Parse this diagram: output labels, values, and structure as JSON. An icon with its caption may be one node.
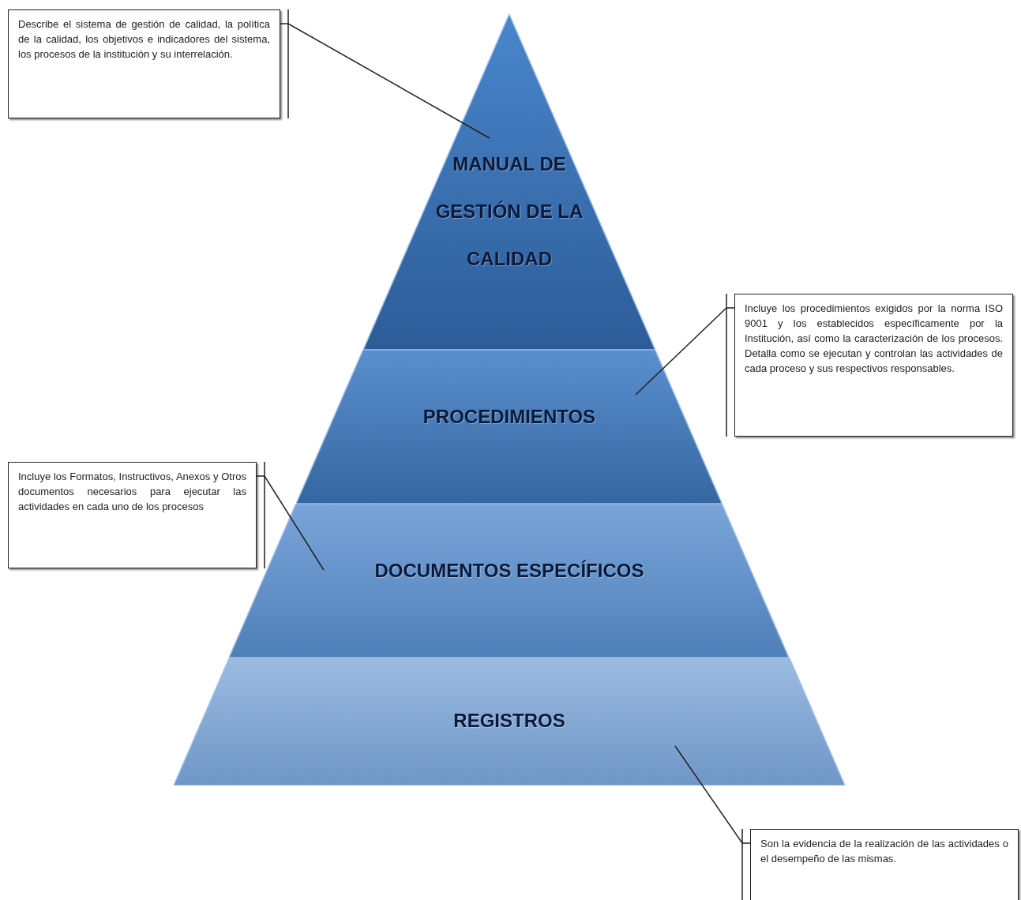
{
  "diagram": {
    "nodes": [
      {
        "text": [
          "MANUAL DE GESTIÓN DE LA CALIDAD"
        ]
      },
      {
        "text": [
          "PROCEDIMIENTOS"
        ]
      },
      {
        "text": [
          "DOCUMENTOS ESPECÍFICOS"
        ]
      },
      {
        "text": [
          "REGISTROS"
        ]
      },
      {
        "text": [
          "Describe el sistema de gestión de calidad, la política de la calidad, los objetivos e indicadores del sistema, los procesos de la institución y su interrelación."
        ]
      },
      {
        "text": [
          "Incluye los procedimientos exigidos por la norma ISO 9001 y los establecidos específicamente por la Institución, así como la caracterización de los procesos. Detalla como se ejecutan y controlan las actividades de cada proceso y sus respectivos responsables."
        ]
      },
      {
        "text": [
          "Incluye los Formatos, Instructivos, Anexos y Otros documentos necesarios para ejecutar las actividades en cada uno de los procesos"
        ]
      },
      {
        "text": [
          "Son la evidencia de la realización de las actividades o el desempeño de las mismas."
        ]
      }
    ],
    "edges": [
      {
        "from": 4,
        "to": 0,
        "arrow": "none"
      },
      {
        "from": 5,
        "to": 1,
        "arrow": "none"
      },
      {
        "from": 6,
        "to": 2,
        "arrow": "none"
      },
      {
        "from": 7,
        "to": 3,
        "arrow": "none"
      }
    ]
  }
}
